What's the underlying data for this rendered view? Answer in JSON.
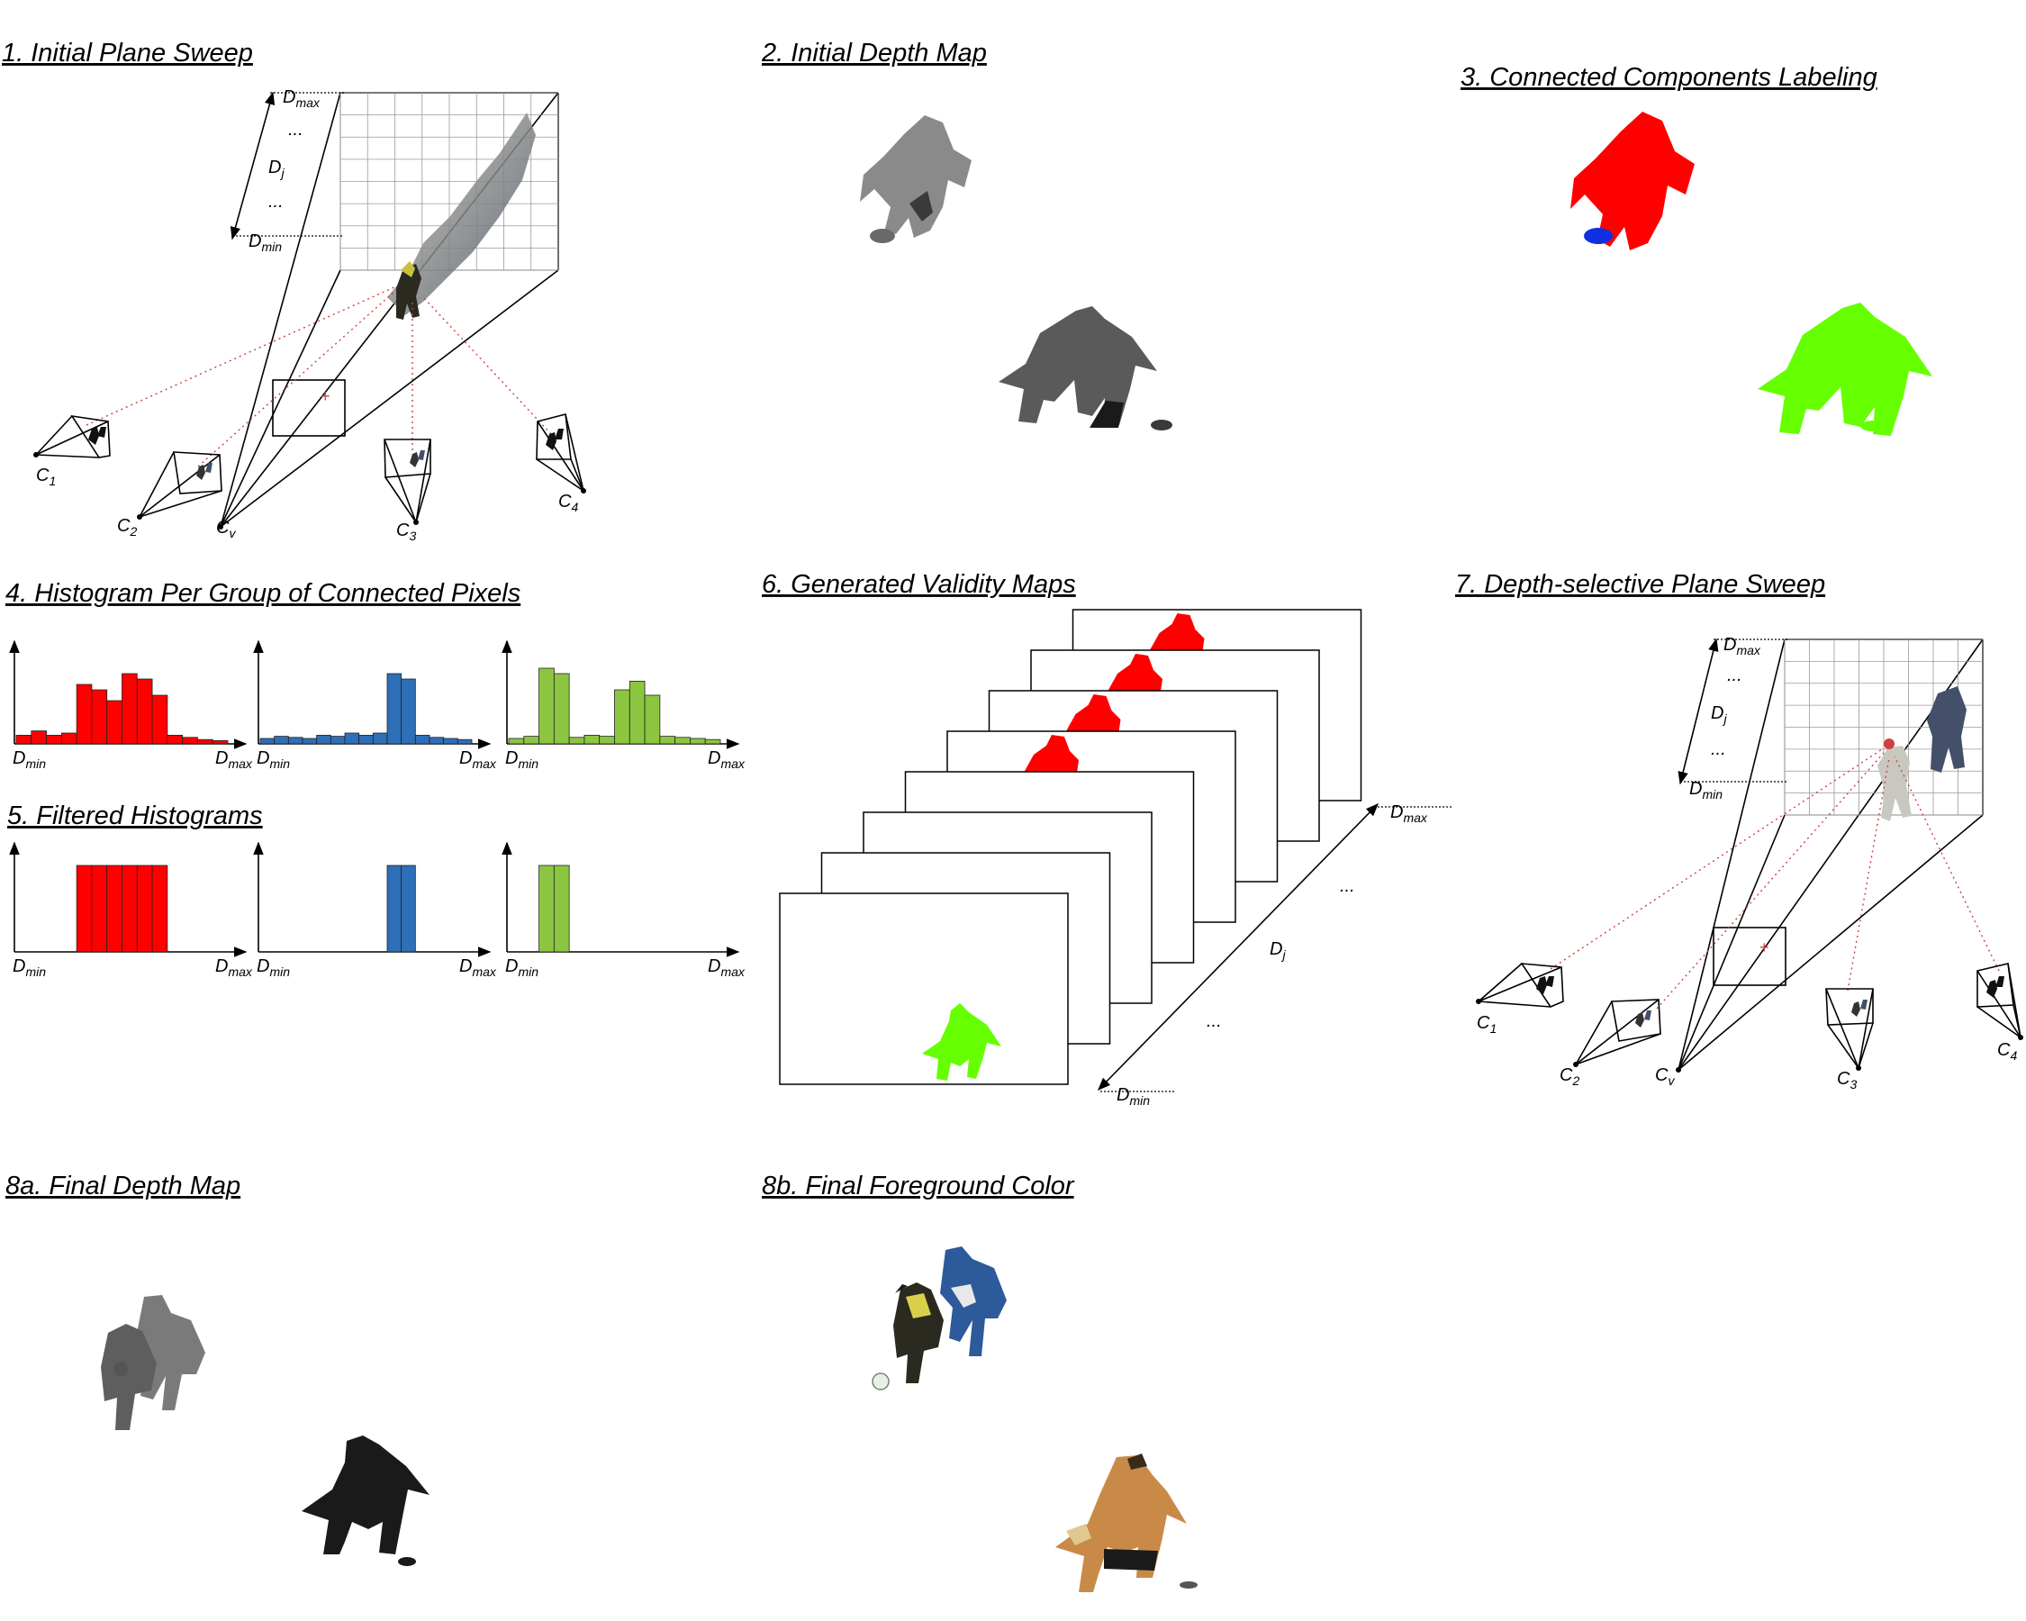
{
  "panels": {
    "p1": "1. Initial Plane Sweep",
    "p2": "2. Initial Depth Map",
    "p3": "3. Connected Components Labeling",
    "p4": "4. Histogram Per Group of Connected Pixels",
    "p5": "5. Filtered Histograms",
    "p6": "6. Generated Validity Maps",
    "p7": "7. Depth-selective Plane Sweep",
    "p8a": "8a. Final Depth Map",
    "p8b": "8b. Final Foreground Color"
  },
  "labels": {
    "D": "D",
    "C": "C",
    "max": "max",
    "min": "min",
    "j": "j",
    "v": "v",
    "dots": "...",
    "cam_ids": [
      "1",
      "2",
      "3",
      "4"
    ]
  },
  "colors": {
    "red": "#ff0000",
    "blue": "#2e6fb8",
    "green": "#8cc641",
    "label_green": "#66ff00",
    "label_blue": "#1030e0",
    "ray": "#d04040"
  },
  "histograms": {
    "red": [
      0.08,
      0.12,
      0.08,
      0.1,
      0.55,
      0.5,
      0.4,
      0.65,
      0.6,
      0.45,
      0.08,
      0.06,
      0.04,
      0.03
    ],
    "blue": [
      0.05,
      0.07,
      0.06,
      0.05,
      0.08,
      0.07,
      0.1,
      0.08,
      0.1,
      0.65,
      0.6,
      0.08,
      0.06,
      0.05,
      0.04
    ],
    "green": [
      0.05,
      0.07,
      0.7,
      0.65,
      0.06,
      0.08,
      0.07,
      0.5,
      0.58,
      0.45,
      0.07,
      0.06,
      0.05,
      0.04
    ],
    "red_filtered_bins": [
      4,
      5,
      6,
      7,
      8,
      9
    ],
    "blue_filtered_bins": [
      9,
      10
    ],
    "green_filtered_bins": [
      2,
      3
    ]
  }
}
